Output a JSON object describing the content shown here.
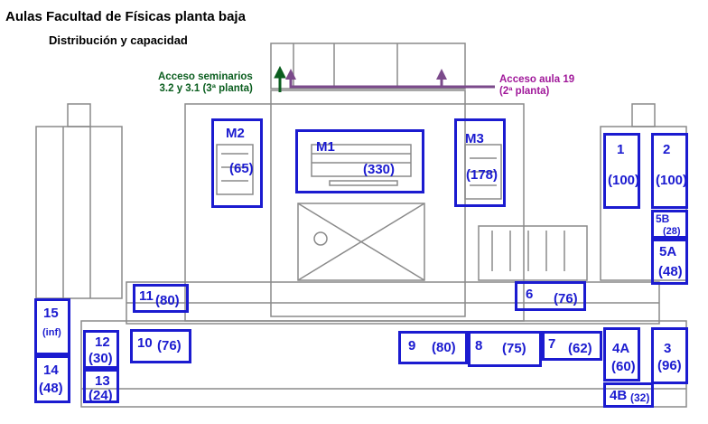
{
  "header": {
    "title": "Aulas Facultad de Físicas planta baja",
    "subtitle": "Distribución y capacidad"
  },
  "notes": {
    "seminarios_line1": "Acceso seminarios",
    "seminarios_line2": "3.2 y 3.1 (3ª planta)",
    "aula19_line1": "Acceso aula 19",
    "aula19_line2": "(2ª planta)"
  },
  "colors": {
    "room_border": "#1b1bd0",
    "seminarios_accent": "#0b5e1f",
    "aula19_accent": "#a0189a",
    "floorplan": "#8a8a8a"
  },
  "rooms": {
    "m2": {
      "label": "M2",
      "capacity": "(65)"
    },
    "m1": {
      "label": "M1",
      "capacity": "(330)"
    },
    "m3": {
      "label": "M3",
      "capacity": "(178)"
    },
    "r1": {
      "label": "1",
      "capacity": "(100)"
    },
    "r2": {
      "label": "2",
      "capacity": "(100)"
    },
    "r5b": {
      "label": "5B",
      "capacity": "(28)"
    },
    "r5a": {
      "label": "5A",
      "capacity": "(48)"
    },
    "r11": {
      "label": "11",
      "capacity": "(80)"
    },
    "r6": {
      "label": "6",
      "capacity": "(76)"
    },
    "r15": {
      "label": "15",
      "capacity": "(inf)"
    },
    "r10": {
      "label": "10",
      "capacity": "(76)"
    },
    "r12": {
      "label": "12",
      "capacity": "(30)"
    },
    "r9": {
      "label": "9",
      "capacity": "(80)"
    },
    "r8": {
      "label": "8",
      "capacity": "(75)"
    },
    "r7": {
      "label": "7",
      "capacity": "(62)"
    },
    "r4a": {
      "label": "4A",
      "capacity": "(60)"
    },
    "r3": {
      "label": "3",
      "capacity": "(96)"
    },
    "r14": {
      "label": "14",
      "capacity": "(48)"
    },
    "r13": {
      "label": "13",
      "capacity": "(24)"
    },
    "r4b": {
      "label": "4B",
      "capacity": "(32)"
    }
  }
}
